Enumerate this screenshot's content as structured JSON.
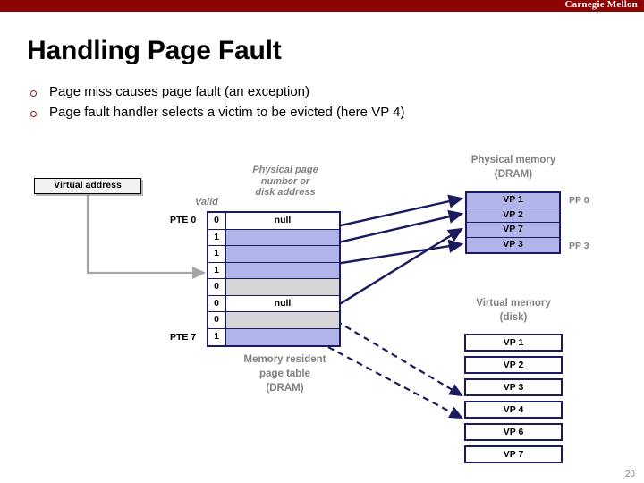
{
  "banner": {
    "brand": "Carnegie Mellon",
    "color": "#8c0404"
  },
  "slide": {
    "title": "Handling Page Fault",
    "page_number": "20",
    "bullets": [
      {
        "marker": "hollow-circle-bullet",
        "text": "Page miss causes page fault (an exception)"
      },
      {
        "marker": "hollow-circle-bullet",
        "text": "Page fault handler selects a victim to be evicted (here VP 4)"
      }
    ]
  },
  "diagram": {
    "virtual_address_box": {
      "label": "Virtual address"
    },
    "page_table": {
      "header_valid": "Valid",
      "header_ppn_lines": [
        "Physical page",
        "number or",
        "disk address"
      ],
      "first_row_label": "PTE 0",
      "last_row_label": "PTE 7",
      "caption_lines": [
        "Memory resident",
        "page table",
        "(DRAM)"
      ],
      "rows": [
        {
          "index": 0,
          "valid": "0",
          "value": "null",
          "state": "null"
        },
        {
          "index": 1,
          "valid": "1",
          "value": "",
          "state": "memory"
        },
        {
          "index": 2,
          "valid": "1",
          "value": "",
          "state": "memory"
        },
        {
          "index": 3,
          "valid": "1",
          "value": "",
          "state": "memory"
        },
        {
          "index": 4,
          "valid": "0",
          "value": "",
          "state": "disk"
        },
        {
          "index": 5,
          "valid": "0",
          "value": "null",
          "state": "null"
        },
        {
          "index": 6,
          "valid": "0",
          "value": "",
          "state": "disk"
        },
        {
          "index": 7,
          "valid": "1",
          "value": "",
          "state": "memory"
        }
      ]
    },
    "physical_memory": {
      "caption_lines": [
        "Physical memory",
        "(DRAM)"
      ],
      "rows": [
        "VP 1",
        "VP 2",
        "VP 7",
        "VP 3"
      ],
      "first_frame_label": "PP 0",
      "last_frame_label": "PP 3"
    },
    "virtual_memory": {
      "caption_lines": [
        "Virtual memory",
        "(disk)"
      ],
      "rows": [
        "VP 1",
        "VP 2",
        "VP 3",
        "VP 4",
        "VP 6",
        "VP 7"
      ]
    },
    "colors": {
      "resident_fill": "#b0b4e8",
      "disk_fill": "#d6d6d6",
      "line": "#1a1a5e",
      "label_gray": "#808080",
      "bullet": "#8c1a1a"
    }
  }
}
